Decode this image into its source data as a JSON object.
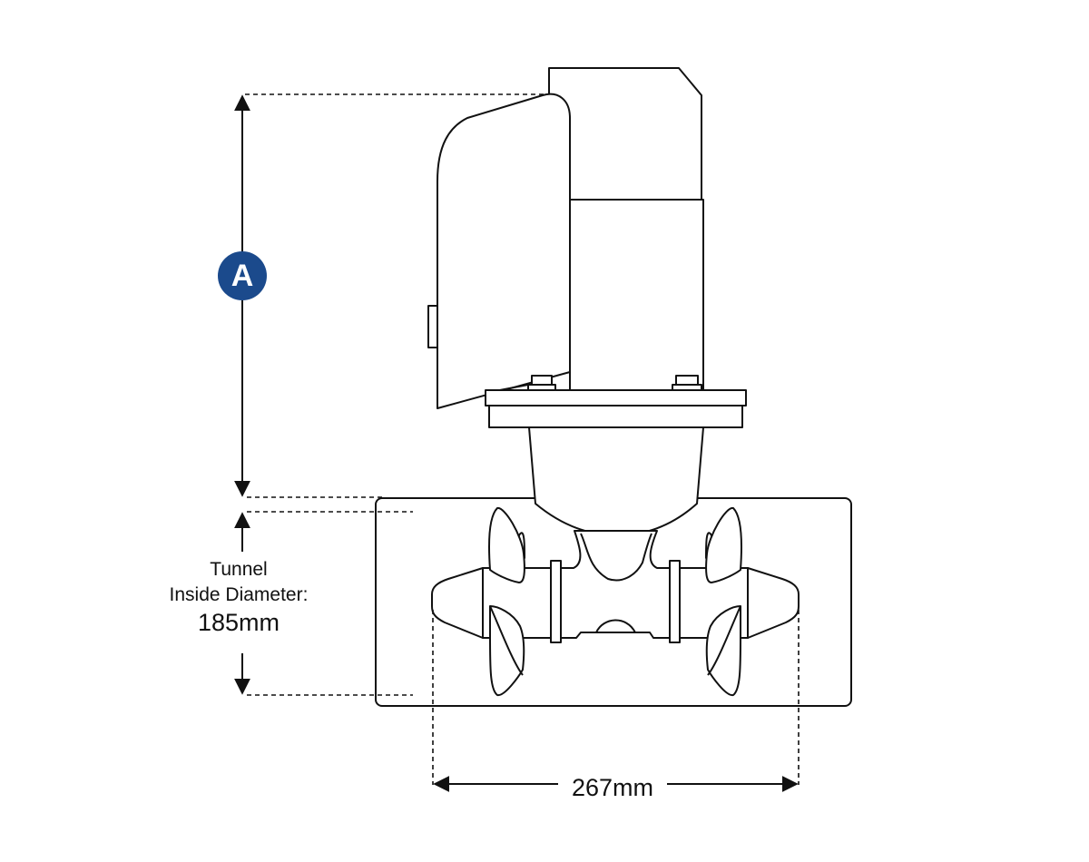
{
  "dimensions": {
    "height_marker": "A",
    "tunnel_label_line1": "Tunnel",
    "tunnel_label_line2": "Inside Diameter:",
    "tunnel_diameter": "185mm",
    "overall_width": "267mm"
  },
  "colors": {
    "badge": "#1b4a8c",
    "line": "#111111"
  }
}
